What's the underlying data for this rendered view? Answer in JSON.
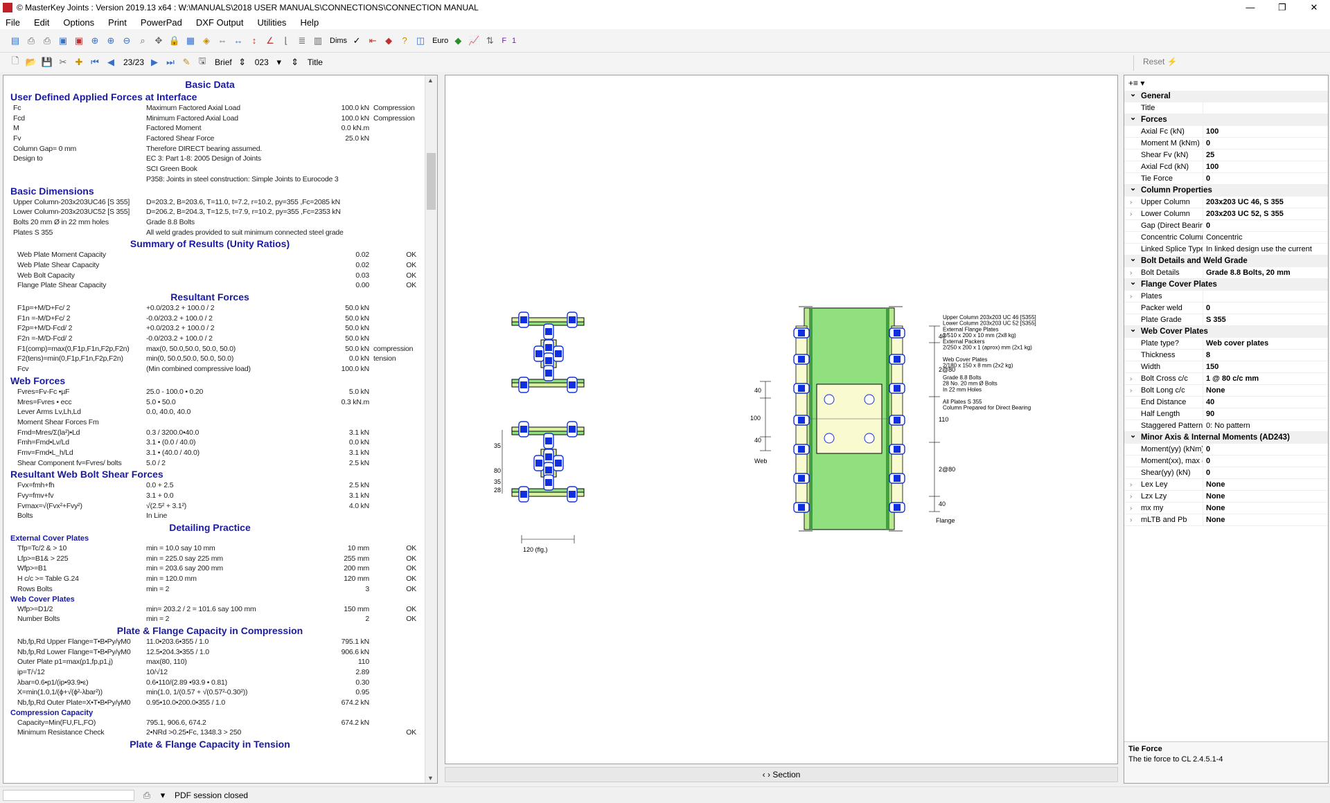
{
  "window": {
    "title": "© MasterKey Joints : Version 2019.13 x64 : W:\\MANUALS\\2018 USER MANUALS\\CONNECTIONS\\CONNECTION MANUAL",
    "minimize": "—",
    "maximize": "❐",
    "close": "✕"
  },
  "menu": [
    "File",
    "Edit",
    "Options",
    "Print",
    "PowerPad",
    "DXF Output",
    "Utilities",
    "Help"
  ],
  "toolbar": {
    "dims_label": "Dims",
    "euro_label": "Euro",
    "f_label": "F",
    "one_label": "1"
  },
  "toolbar2": {
    "page_indicator": "23/23",
    "brief_label": "Brief",
    "number_value": "023",
    "title_label": "Title",
    "reset_label": "Reset"
  },
  "report": {
    "basic_data_title": "Basic Data",
    "applied_forces_title": "User Defined Applied Forces at Interface",
    "applied_forces": [
      [
        "Fc",
        "Maximum Factored Axial Load",
        "100.0 kN",
        "Compression"
      ],
      [
        "Fcd",
        "Minimum Factored Axial Load",
        "100.0 kN",
        "Compression"
      ],
      [
        "M",
        "Factored Moment",
        "0.0 kN.m",
        ""
      ],
      [
        "Fv",
        "Factored Shear Force",
        "25.0 kN",
        ""
      ],
      [
        "Column Gap= 0 mm",
        "Therefore DIRECT bearing assumed.",
        "",
        ""
      ],
      [
        "Design to",
        "EC 3: Part 1-8: 2005 Design of Joints",
        "",
        ""
      ],
      [
        "",
        "SCI Green Book",
        "",
        ""
      ],
      [
        "",
        "P358: Joints in steel construction: Simple Joints to Eurocode 3",
        "",
        ""
      ]
    ],
    "basic_dimensions_title": "Basic Dimensions",
    "basic_dimensions": [
      [
        "Upper Column-203x203UC46 [S 355]",
        "D=203.2, B=203.6, T=11.0, t=7.2, r=10.2, py=355  ,Fc=2085 kN"
      ],
      [
        "Lower Column-203x203UC52 [S 355]",
        "D=206.2, B=204.3, T=12.5, t=7.9, r=10.2, py=355  ,Fc=2353 kN"
      ],
      [
        "Bolts 20 mm Ø in 22 mm holes",
        "Grade 8.8 Bolts"
      ],
      [
        "Plates S 355",
        "All weld grades provided to suit minimum connected steel grade"
      ]
    ],
    "summary_title": "Summary of Results (Unity Ratios)",
    "summary": [
      [
        "Web Plate Moment Capacity",
        "0.02",
        "OK"
      ],
      [
        "Web Plate Shear Capacity",
        "0.02",
        "OK"
      ],
      [
        "Web Bolt Capacity",
        "0.03",
        "OK"
      ],
      [
        "Flange Plate Shear Capacity",
        "0.00",
        "OK"
      ]
    ],
    "resultant_title": "Resultant Forces",
    "resultant": [
      [
        "F1p=+M/D+Fc/ 2",
        "+0.0/203.2 + 100.0 / 2",
        "50.0 kN",
        ""
      ],
      [
        "F1n =-M/D+Fc/ 2",
        "-0.0/203.2 + 100.0 / 2",
        "50.0 kN",
        ""
      ],
      [
        "F2p=+M/D-Fcd/ 2",
        "+0.0/203.2 + 100.0 / 2",
        "50.0 kN",
        ""
      ],
      [
        "F2n =-M/D-Fcd/ 2",
        "-0.0/203.2 + 100.0 / 2",
        "50.0 kN",
        ""
      ],
      [
        "F1(comp)=max(0,F1p,F1n,F2p,F2n)",
        "max(0, 50.0,50.0, 50.0, 50.0)",
        "50.0 kN",
        "compression"
      ],
      [
        "F2(tens)=min(0,F1p,F1n,F2p,F2n)",
        "min(0, 50.0,50.0, 50.0, 50.0)",
        "0.0 kN",
        "tension"
      ],
      [
        "Fcv",
        "(Min combined compressive load)",
        "100.0 kN",
        ""
      ]
    ],
    "web_forces_title": "Web Forces",
    "web_forces": [
      [
        "Fvres=Fv-Fc •µF",
        "25.0 - 100.0 • 0.20",
        "5.0 kN",
        ""
      ],
      [
        "Mres=Fvres • ecc",
        "5.0 • 50.0",
        "0.3 kN.m",
        ""
      ],
      [
        "Lever Arms Lv,Lh,Ld",
        "0.0, 40.0, 40.0",
        "",
        ""
      ],
      [
        "Moment Shear Forces Fm",
        "",
        "",
        ""
      ],
      [
        "Fmd=Mres/Σ(la²)•Ld",
        "0.3 / 3200.0•40.0",
        "3.1 kN",
        ""
      ],
      [
        "Fmh=Fmd•Lv/Ld",
        "3.1 • (0.0 / 40.0)",
        "0.0 kN",
        ""
      ],
      [
        "Fmv=Fmd•L_h/Ld",
        "3.1 • (40.0 / 40.0)",
        "3.1 kN",
        ""
      ],
      [
        "Shear Component fv=Fvres/ bolts",
        "5.0 / 2",
        "2.5 kN",
        ""
      ]
    ],
    "bolt_shear_title": "Resultant Web Bolt Shear Forces",
    "bolt_shear": [
      [
        "Fvx=fmh+fh",
        "0.0 + 2.5",
        "2.5 kN",
        ""
      ],
      [
        "Fvy=fmv+fv",
        "3.1 + 0.0",
        "3.1 kN",
        ""
      ],
      [
        "Fvmax=√(Fvx²+Fvy²)",
        "√(2.5² + 3.1²)",
        "4.0 kN",
        ""
      ],
      [
        "Bolts",
        "In Line",
        "",
        ""
      ]
    ],
    "detailing_title": "Detailing Practice",
    "external_plates_title": "External Cover Plates",
    "external_plates": [
      [
        "Tfp=Tc/2 & > 10",
        "min = 10.0 say 10 mm",
        "10 mm",
        "OK"
      ],
      [
        "Lfp>=B1& > 225",
        "min = 225.0 say 225 mm",
        "255 mm",
        "OK"
      ],
      [
        "Wfp>=B1",
        "min = 203.6 say 200 mm",
        "200 mm",
        "OK"
      ],
      [
        "H c/c >= Table G.24",
        "min = 120.0 mm",
        "120 mm",
        "OK"
      ],
      [
        "Rows Bolts",
        "min = 2",
        "3",
        "OK"
      ]
    ],
    "web_plates_title": "Web Cover Plates",
    "web_plates": [
      [
        "Wfp>=D1/2",
        "min= 203.2 / 2 = 101.6 say 100 mm",
        "150 mm",
        "OK"
      ],
      [
        "Number Bolts",
        "min = 2",
        "2",
        "OK"
      ]
    ],
    "compression_title": "Plate & Flange Capacity in Compression",
    "compression": [
      [
        "Nb,fp,Rd Upper Flange=T•B•Py/γM0",
        "11.0•203.6•355 / 1.0",
        "795.1 kN",
        ""
      ],
      [
        "Nb,fp,Rd Lower Flange=T•B•Py/γM0",
        "12.5•204.3•355 / 1.0",
        "906.6 kN",
        ""
      ],
      [
        "Outer Plate p1=max(p1,fp,p1,j)",
        "max(80, 110)",
        "110",
        ""
      ],
      [
        "ip=T/√12",
        "10/√12",
        "2.89",
        ""
      ],
      [
        "λbar=0.6•p1/(ip•93.9•ε)",
        "0.6•110/(2.89 •93.9 • 0.81)",
        "0.30",
        ""
      ],
      [
        "Χ=min(1.0,1/(ϕ+√(ϕ²-λbar²))",
        "min(1.0, 1/(0.57 + √(0.57²-0.30²))",
        "0.95",
        ""
      ],
      [
        "Nb,fp,Rd Outer Plate=Χ•T•B•Py/γM0",
        "0.95•10.0•200.0•355 / 1.0",
        "674.2 kN",
        ""
      ]
    ],
    "compression_capacity_title": "Compression Capacity",
    "compression_capacity": [
      [
        "Capacity=Min(FU,FL,FO)",
        "795.1, 906.6, 674.2",
        "674.2 kN",
        ""
      ],
      [
        "Minimum Resistance Check",
        "2•NRd >0.25•Fc, 1348.3 > 250",
        "",
        "OK"
      ]
    ],
    "tension_title": "Plate & Flange Capacity in Tension"
  },
  "drawing": {
    "section_dims": [
      "35",
      "80",
      "35",
      "28"
    ],
    "section_width_label": "120 (flg.)",
    "web_dims": [
      "40",
      "100",
      "40"
    ],
    "web_label": "Web",
    "flange_dims": [
      "40",
      "2@80",
      "110",
      "2@80",
      "40"
    ],
    "flange_label": "Flange",
    "notes": [
      "Upper Column 203x203 UC 46 [S355]",
      "Lower Column 203x203 UC 52 [S355]",
      "External Flange Plates",
      "2/510 x 200 x 10 mm (2x8 kg)",
      "External Packers",
      "2/250 x 200 x 1 (aprox) mm (2x1 kg)",
      "",
      "Web Cover Plates",
      "2/180 x 150 x 8 mm (2x2 kg)",
      "",
      "Grade 8.8 Bolts",
      "28 No. 20 mm Ø Bolts",
      "In 22 mm Holes",
      "",
      "All Plates S 355",
      "Column Prepared for Direct Bearing"
    ],
    "nav_label": "‹ ›  Section",
    "colors": {
      "plate": "#d8f0a0",
      "column": "#90e080",
      "bolt": "#1030e0",
      "packer": "#fafad0"
    }
  },
  "properties": {
    "toolbar_icon": "+≡ ▾",
    "categories": [
      {
        "name": "General",
        "items": [
          {
            "k": "Title",
            "v": "",
            "exp": false
          }
        ]
      },
      {
        "name": "Forces",
        "items": [
          {
            "k": "Axial Fc  (kN)",
            "v": "100",
            "exp": false
          },
          {
            "k": "Moment   M  (kNm)",
            "v": "0",
            "exp": false
          },
          {
            "k": "Shear Fv  (kN)",
            "v": "25",
            "exp": false
          },
          {
            "k": "Axial Fcd (kN)",
            "v": "100",
            "exp": false
          },
          {
            "k": "Tie Force",
            "v": "0",
            "exp": false
          }
        ]
      },
      {
        "name": "Column Properties",
        "items": [
          {
            "k": "Upper Column",
            "v": "203x203 UC 46, S 355",
            "exp": true
          },
          {
            "k": "Lower Column",
            "v": "203x203 UC 52, S 355",
            "exp": true
          },
          {
            "k": "Gap (Direct Bearing)",
            "v": "0",
            "exp": false
          },
          {
            "k": "Concentric Columns",
            "v": "Concentric",
            "exp": false,
            "normal": true
          },
          {
            "k": "Linked Splice Type",
            "v": "In linked design use the current",
            "exp": false,
            "normal": true
          }
        ]
      },
      {
        "name": "Bolt Details and Weld Grade",
        "items": [
          {
            "k": "Bolt Details",
            "v": "Grade 8.8 Bolts, 20 mm",
            "exp": true
          }
        ]
      },
      {
        "name": "Flange Cover Plates",
        "items": [
          {
            "k": "Plates",
            "v": "",
            "exp": true
          },
          {
            "k": "Packer weld",
            "v": "0",
            "exp": false
          },
          {
            "k": "Plate Grade",
            "v": "S 355",
            "exp": false
          }
        ]
      },
      {
        "name": "Web Cover Plates",
        "items": [
          {
            "k": "Plate type?",
            "v": "Web cover plates",
            "exp": false
          },
          {
            "k": "Thickness",
            "v": "8",
            "exp": false
          },
          {
            "k": "Width",
            "v": "150",
            "exp": false
          },
          {
            "k": "Bolt Cross c/c",
            "v": "1 @ 80 c/c mm",
            "exp": true
          },
          {
            "k": "Bolt Long c/c",
            "v": "None",
            "exp": true
          },
          {
            "k": "End Distance",
            "v": "40",
            "exp": false
          },
          {
            "k": "Half Length",
            "v": "90",
            "exp": false
          },
          {
            "k": "Staggered Pattern",
            "v": "0: No pattern",
            "exp": false,
            "normal": true
          }
        ]
      },
      {
        "name": "Minor Axis & Internal Moments (AD243)",
        "items": [
          {
            "k": "Moment(yy)   (kNm)",
            "v": "0",
            "exp": false
          },
          {
            "k": "Moment(xx), max (kNm",
            "v": "0",
            "exp": false
          },
          {
            "k": "Shear(yy) (kN)",
            "v": "0",
            "exp": false
          },
          {
            "k": "Lex   Ley",
            "v": "None",
            "exp": true
          },
          {
            "k": "Lzx   Lzy",
            "v": "None",
            "exp": true
          },
          {
            "k": "mx   my",
            "v": "None",
            "exp": true
          },
          {
            "k": "mLTB and Pb",
            "v": "None",
            "exp": true
          }
        ]
      }
    ],
    "help_title": "Tie Force",
    "help_text": "The tie force to CL 2.4.5.1-4"
  },
  "status": {
    "text": "PDF session closed"
  }
}
